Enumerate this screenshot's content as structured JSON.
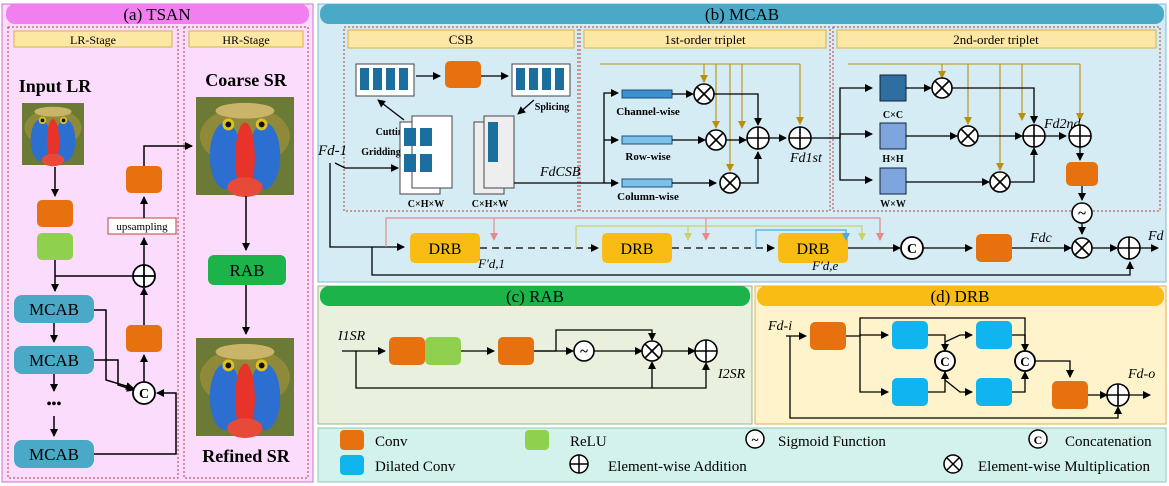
{
  "panels": {
    "tsan": {
      "title": "(a) TSAN",
      "lr_stage": "LR-Stage",
      "hr_stage": "HR-Stage",
      "input_lr": "Input LR",
      "coarse_sr": "Coarse SR",
      "refined_sr": "Refined SR",
      "upsampling": "upsampling",
      "mcab": "MCAB",
      "rab": "RAB",
      "dots": "•••"
    },
    "mcab": {
      "title": "(b) MCAB",
      "csb": "CSB",
      "first_order": "1st-order triplet",
      "second_order": "2nd-order triplet",
      "cutting": "Cutting",
      "splicing": "Splicing",
      "gridding": "Gridding",
      "chw": "C×H×W",
      "channel_wise": "Channel-wise",
      "row_wise": "Row-wise",
      "column_wise": "Column-wise",
      "cxc": "C×C",
      "hxh": "H×H",
      "wxw": "W×W",
      "drb": "DRB",
      "f_in": "Fd-1",
      "f_csb": "FdCSB",
      "f_1st": "Fd1st",
      "f_2nd": "Fd2nd",
      "f_d1": "F′d,1",
      "f_de": "F′d,e",
      "f_dc": "Fdc",
      "f_out": "Fd"
    },
    "rab": {
      "title": "(c) RAB",
      "i1": "I1SR",
      "i2": "I2SR"
    },
    "drb": {
      "title": "(d) DRB",
      "f_in": "Fd-i",
      "f_out": "Fd-o"
    }
  },
  "legend": {
    "conv": "Conv",
    "relu": "ReLU",
    "sigmoid": "Sigmoid Function",
    "concat": "Concatenation",
    "dilated": "Dilated Conv",
    "add": "Element-wise Addition",
    "mult": "Element-wise Multiplication"
  },
  "symbols": {
    "concat": "C",
    "sigmoid": "~"
  },
  "colors": {
    "conv": "#e8710f",
    "relu": "#8fd14f",
    "dilated": "#10b4ee",
    "mcab": "#4aa9c6",
    "rab": "#1cb34a",
    "drb": "#f9bc15",
    "tsan_header": "#f27ff0",
    "mcab_header": "#4aa9c6",
    "rab_header": "#1cb34a",
    "drb_header": "#f9bc15"
  }
}
